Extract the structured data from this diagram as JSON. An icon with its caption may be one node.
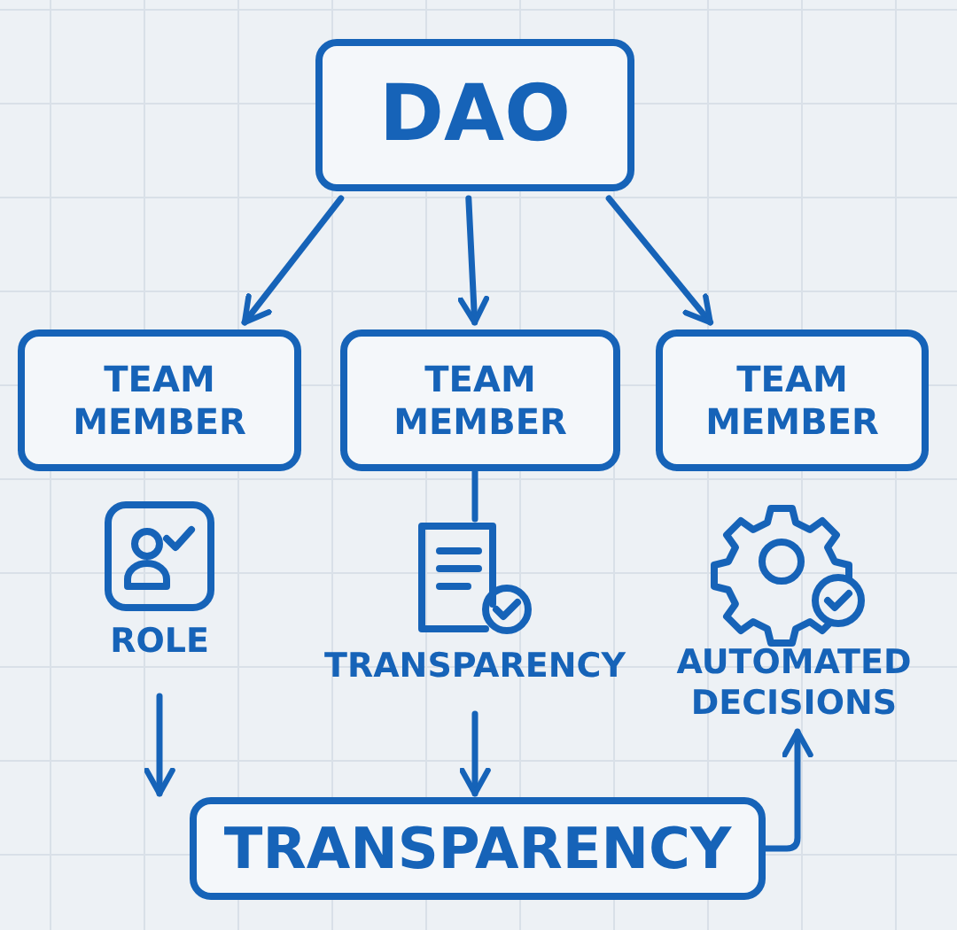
{
  "diagram": {
    "nodes": [
      {
        "text": [
          "DAO"
        ]
      },
      {
        "text": [
          "TEAM MEMBER"
        ]
      },
      {
        "text": [
          "TEAM MEMBER"
        ]
      },
      {
        "text": [
          "TEAM MEMBER"
        ]
      },
      {
        "text": [
          "ROLE"
        ]
      },
      {
        "text": [
          "TRANSPARENCY"
        ]
      },
      {
        "text": [
          "AUTOMATED DECISIONS"
        ]
      },
      {
        "text": [
          "TRANSPARENCY"
        ]
      }
    ],
    "edges": [
      {
        "from": 0,
        "to": 1,
        "arrow": "to"
      },
      {
        "from": 0,
        "to": 2,
        "arrow": "to"
      },
      {
        "from": 0,
        "to": 3,
        "arrow": "to"
      },
      {
        "from": 2,
        "to": 5,
        "arrow": "none"
      },
      {
        "from": 4,
        "to": 7,
        "arrow": "to"
      },
      {
        "from": 5,
        "to": 7,
        "arrow": "to"
      },
      {
        "from": 7,
        "to": 6,
        "arrow": "to"
      }
    ]
  }
}
